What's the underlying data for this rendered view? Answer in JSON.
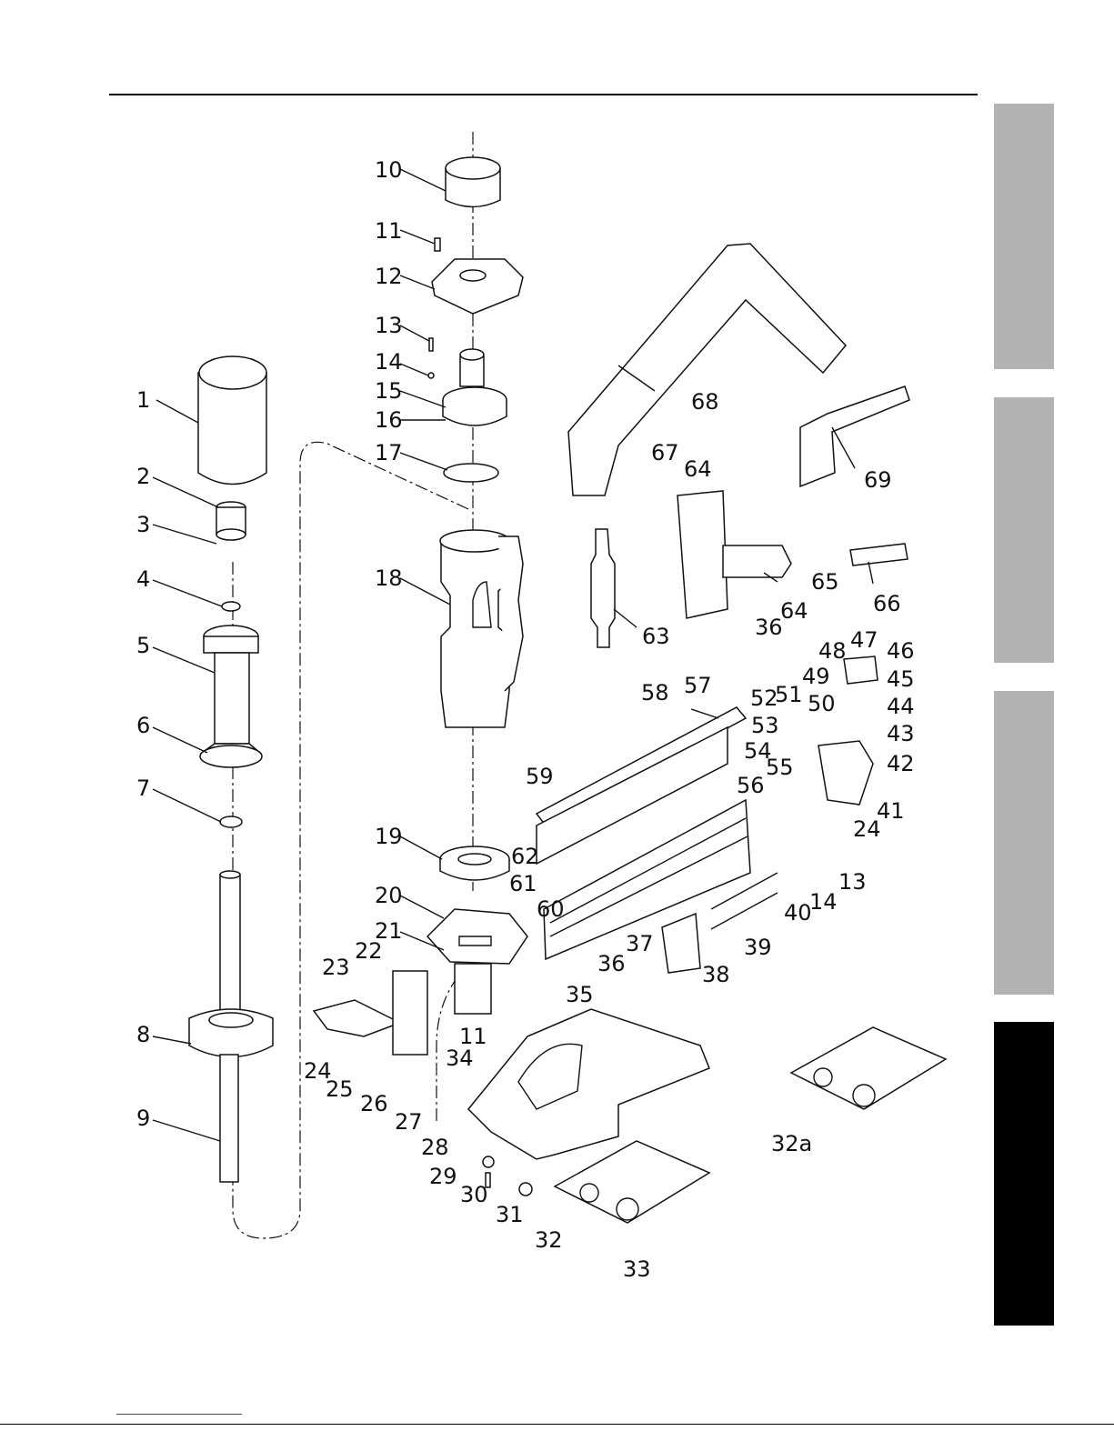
{
  "tabs": [
    {
      "color": "#b3b3b3"
    },
    {
      "color": "#b3b3b3"
    },
    {
      "color": "#b3b3b3"
    },
    {
      "color": "#000000"
    }
  ],
  "labels": {
    "l1": "1",
    "l2": "2",
    "l3": "3",
    "l4": "4",
    "l5": "5",
    "l6": "6",
    "l7": "7",
    "l8": "8",
    "l9": "9",
    "l10": "10",
    "l11": "11",
    "l11b": "11",
    "l12": "12",
    "l13": "13",
    "l13b": "13",
    "l14": "14",
    "l14b": "14",
    "l15": "15",
    "l16": "16",
    "l17": "17",
    "l18": "18",
    "l19": "19",
    "l20": "20",
    "l21": "21",
    "l22": "22",
    "l23": "23",
    "l24": "24",
    "l24b": "24",
    "l25": "25",
    "l26": "26",
    "l27": "27",
    "l28": "28",
    "l29": "29",
    "l30": "30",
    "l31": "31",
    "l32": "32",
    "l32a": "32a",
    "l33": "33",
    "l34": "34",
    "l35": "35",
    "l36": "36",
    "l36b": "36",
    "l37": "37",
    "l38": "38",
    "l39": "39",
    "l40": "40",
    "l41": "41",
    "l42": "42",
    "l43": "43",
    "l44": "44",
    "l45": "45",
    "l46": "46",
    "l47": "47",
    "l48": "48",
    "l49": "49",
    "l50": "50",
    "l51": "51",
    "l52": "52",
    "l53": "53",
    "l54": "54",
    "l55": "55",
    "l56": "56",
    "l57": "57",
    "l58": "58",
    "l59": "59",
    "l60": "60",
    "l61": "61",
    "l62": "62",
    "l63": "63",
    "l64": "64",
    "l64b": "64",
    "l65": "65",
    "l66": "66",
    "l67": "67",
    "l68": "68",
    "l69": "69"
  }
}
